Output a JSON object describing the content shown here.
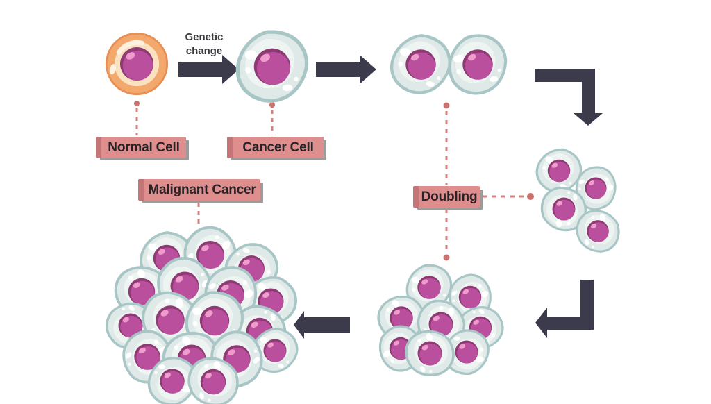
{
  "figure_title": "Cancer cell development diagram",
  "annotations": {
    "genetic_change": "Genetic change"
  },
  "labels": {
    "normal_cell": "Normal Cell",
    "cancer_cell": "Cancer Cell",
    "malignant_cancer": "Malignant Cancer",
    "doubling": "Doubling"
  },
  "stages": [
    {
      "name": "normal-cell",
      "label": "Normal Cell",
      "cell_count": 1
    },
    {
      "name": "cancer-cell",
      "label": "Cancer Cell",
      "cell_count": 1,
      "transition_from_previous": "Genetic change"
    },
    {
      "name": "first-division",
      "cell_count": 2
    },
    {
      "name": "second-division",
      "cell_count": 4,
      "annotation": "Doubling"
    },
    {
      "name": "third-division",
      "cell_count": 8,
      "annotation": "Doubling"
    },
    {
      "name": "malignant-tumor",
      "label": "Malignant Cancer",
      "cell_count": 17
    }
  ],
  "colors": {
    "background": "#ffffff",
    "arrow": "#3b3b4c",
    "label_bg": "#dd8e8d",
    "label_edge": "#c47578",
    "label_shadow": "#9c9a9a",
    "label_text": "#292226",
    "note_text": "#3b3b3f",
    "dashed_line": "#d4827d",
    "dot": "#c97370",
    "cell_membrane": "#a9c6c6",
    "cell_body": "#dfeae8",
    "cell_inner": "#eef4f2",
    "nucleus": "#ba4f9e",
    "nucleus_dark": "#8e3a73",
    "nucleus_highlight": "#ef9ccd",
    "normal_cell_edge": "#e88f54",
    "normal_cell_ring": "#f3a96e",
    "normal_cell_inner": "#fae2c0",
    "normal_cell_highlight": "#fdf2e0"
  }
}
